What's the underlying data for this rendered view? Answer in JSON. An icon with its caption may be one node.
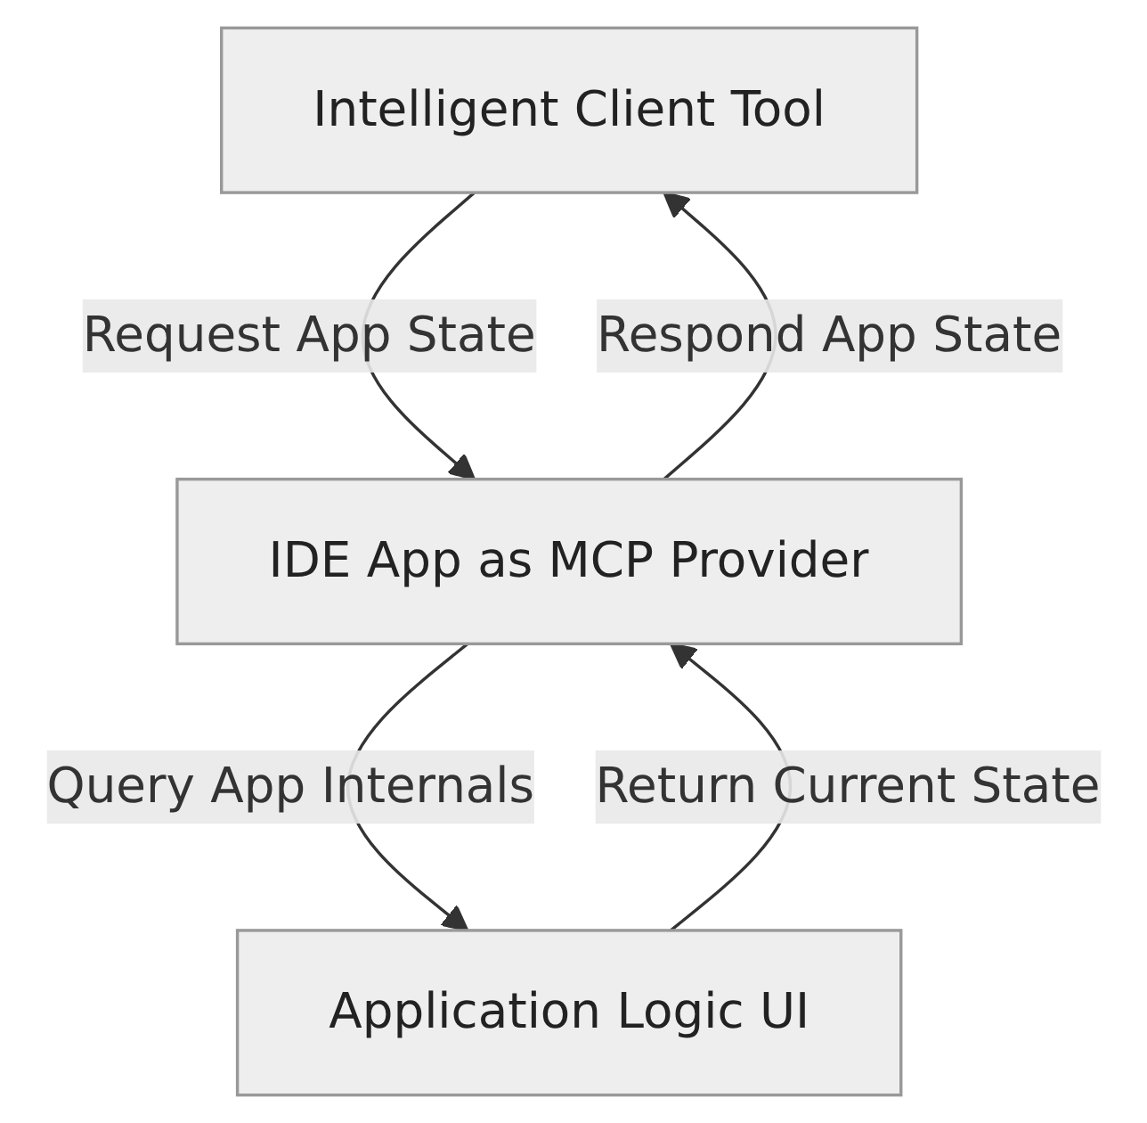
{
  "diagram": {
    "nodes": [
      {
        "text": [
          "Intelligent Client Tool"
        ]
      },
      {
        "text": [
          "IDE App as MCP Provider"
        ]
      },
      {
        "text": [
          "Application Logic UI"
        ]
      }
    ],
    "edges": [
      {
        "from": 0,
        "to": 1,
        "arrow": "to",
        "label": "Request App State"
      },
      {
        "from": 1,
        "to": 0,
        "arrow": "to",
        "label": "Respond App State"
      },
      {
        "from": 1,
        "to": 2,
        "arrow": "to",
        "label": "Query App Internals"
      },
      {
        "from": 2,
        "to": 1,
        "arrow": "to",
        "label": "Return Current State"
      }
    ]
  }
}
